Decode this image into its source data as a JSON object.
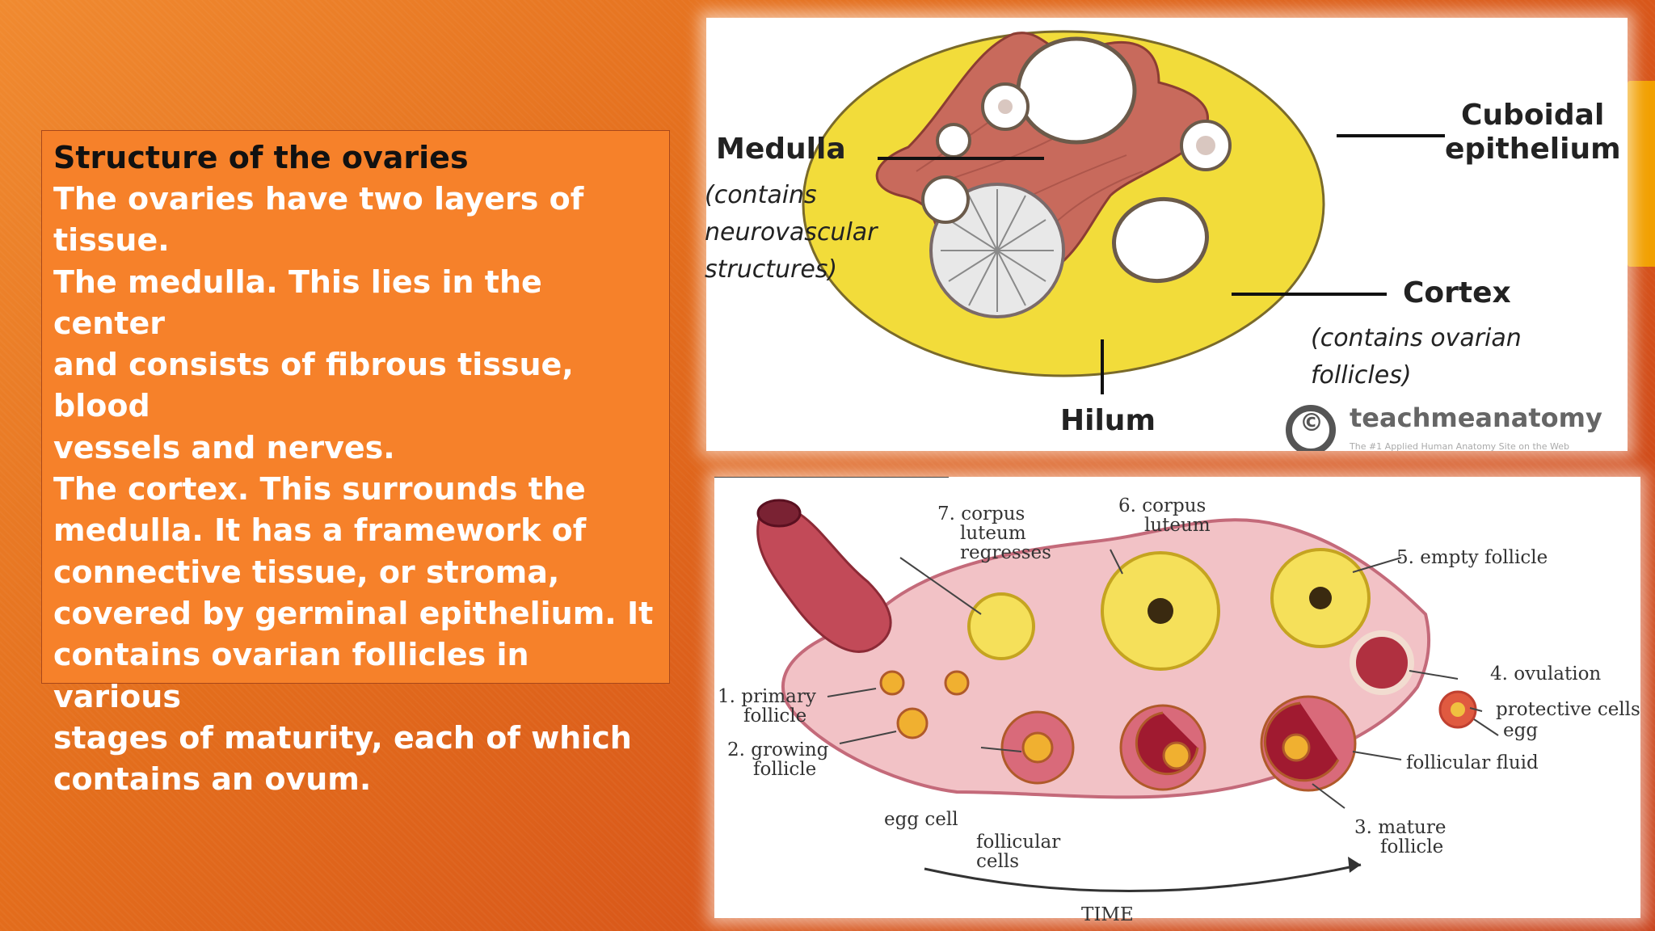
{
  "text_box": {
    "title": "Structure of the ovaries",
    "lines": [
      "The ovaries have two layers of",
      "tissue.",
      "The medulla. This lies in the center",
      "and consists of fibrous tissue, blood",
      "vessels and nerves.",
      "The cortex. This surrounds the",
      "medulla. It has a framework of",
      "connective tissue, or stroma,",
      "covered by germinal epithelium. It",
      "contains ovarian follicles in various",
      "stages of maturity, each of which",
      "contains an ovum."
    ]
  },
  "top_diagram": {
    "medulla": "Medulla",
    "medulla_note": [
      "(contains",
      "neurovascular",
      "structures)"
    ],
    "cuboidal": [
      "Cuboidal",
      "epithelium"
    ],
    "cortex": "Cortex",
    "cortex_note": "(contains ovarian follicles)",
    "hilum": "Hilum",
    "copyright_symbol": "©",
    "brand": "teachmeanatomy",
    "tagline": "The #1 Applied Human Anatomy Site on the Web"
  },
  "bottom_diagram": {
    "corpus_regresses": [
      "7. corpus",
      "luteum",
      "regresses"
    ],
    "corpus_luteum": [
      "6. corpus",
      "luteum"
    ],
    "empty_follicle": "5. empty follicle",
    "ovulation": "4. ovulation",
    "protective_cells": "protective cells",
    "egg": "egg",
    "follicular_fluid": "follicular fluid",
    "mature_follicle": [
      "3. mature",
      "follicle"
    ],
    "primary_follicle": [
      "1. primary",
      "follicle"
    ],
    "growing_follicle": [
      "2. growing",
      "follicle"
    ],
    "egg_cell": "egg cell",
    "follicular_cells": [
      "follicular",
      "cells"
    ],
    "time": "TIME"
  },
  "colors": {
    "background": "#e36d1c",
    "text_box_fill": "#f6812a",
    "cortex_yellow": "#f2dc3a",
    "medulla_red": "#c86a5c",
    "ovary_pink": "#f2c2c6"
  }
}
